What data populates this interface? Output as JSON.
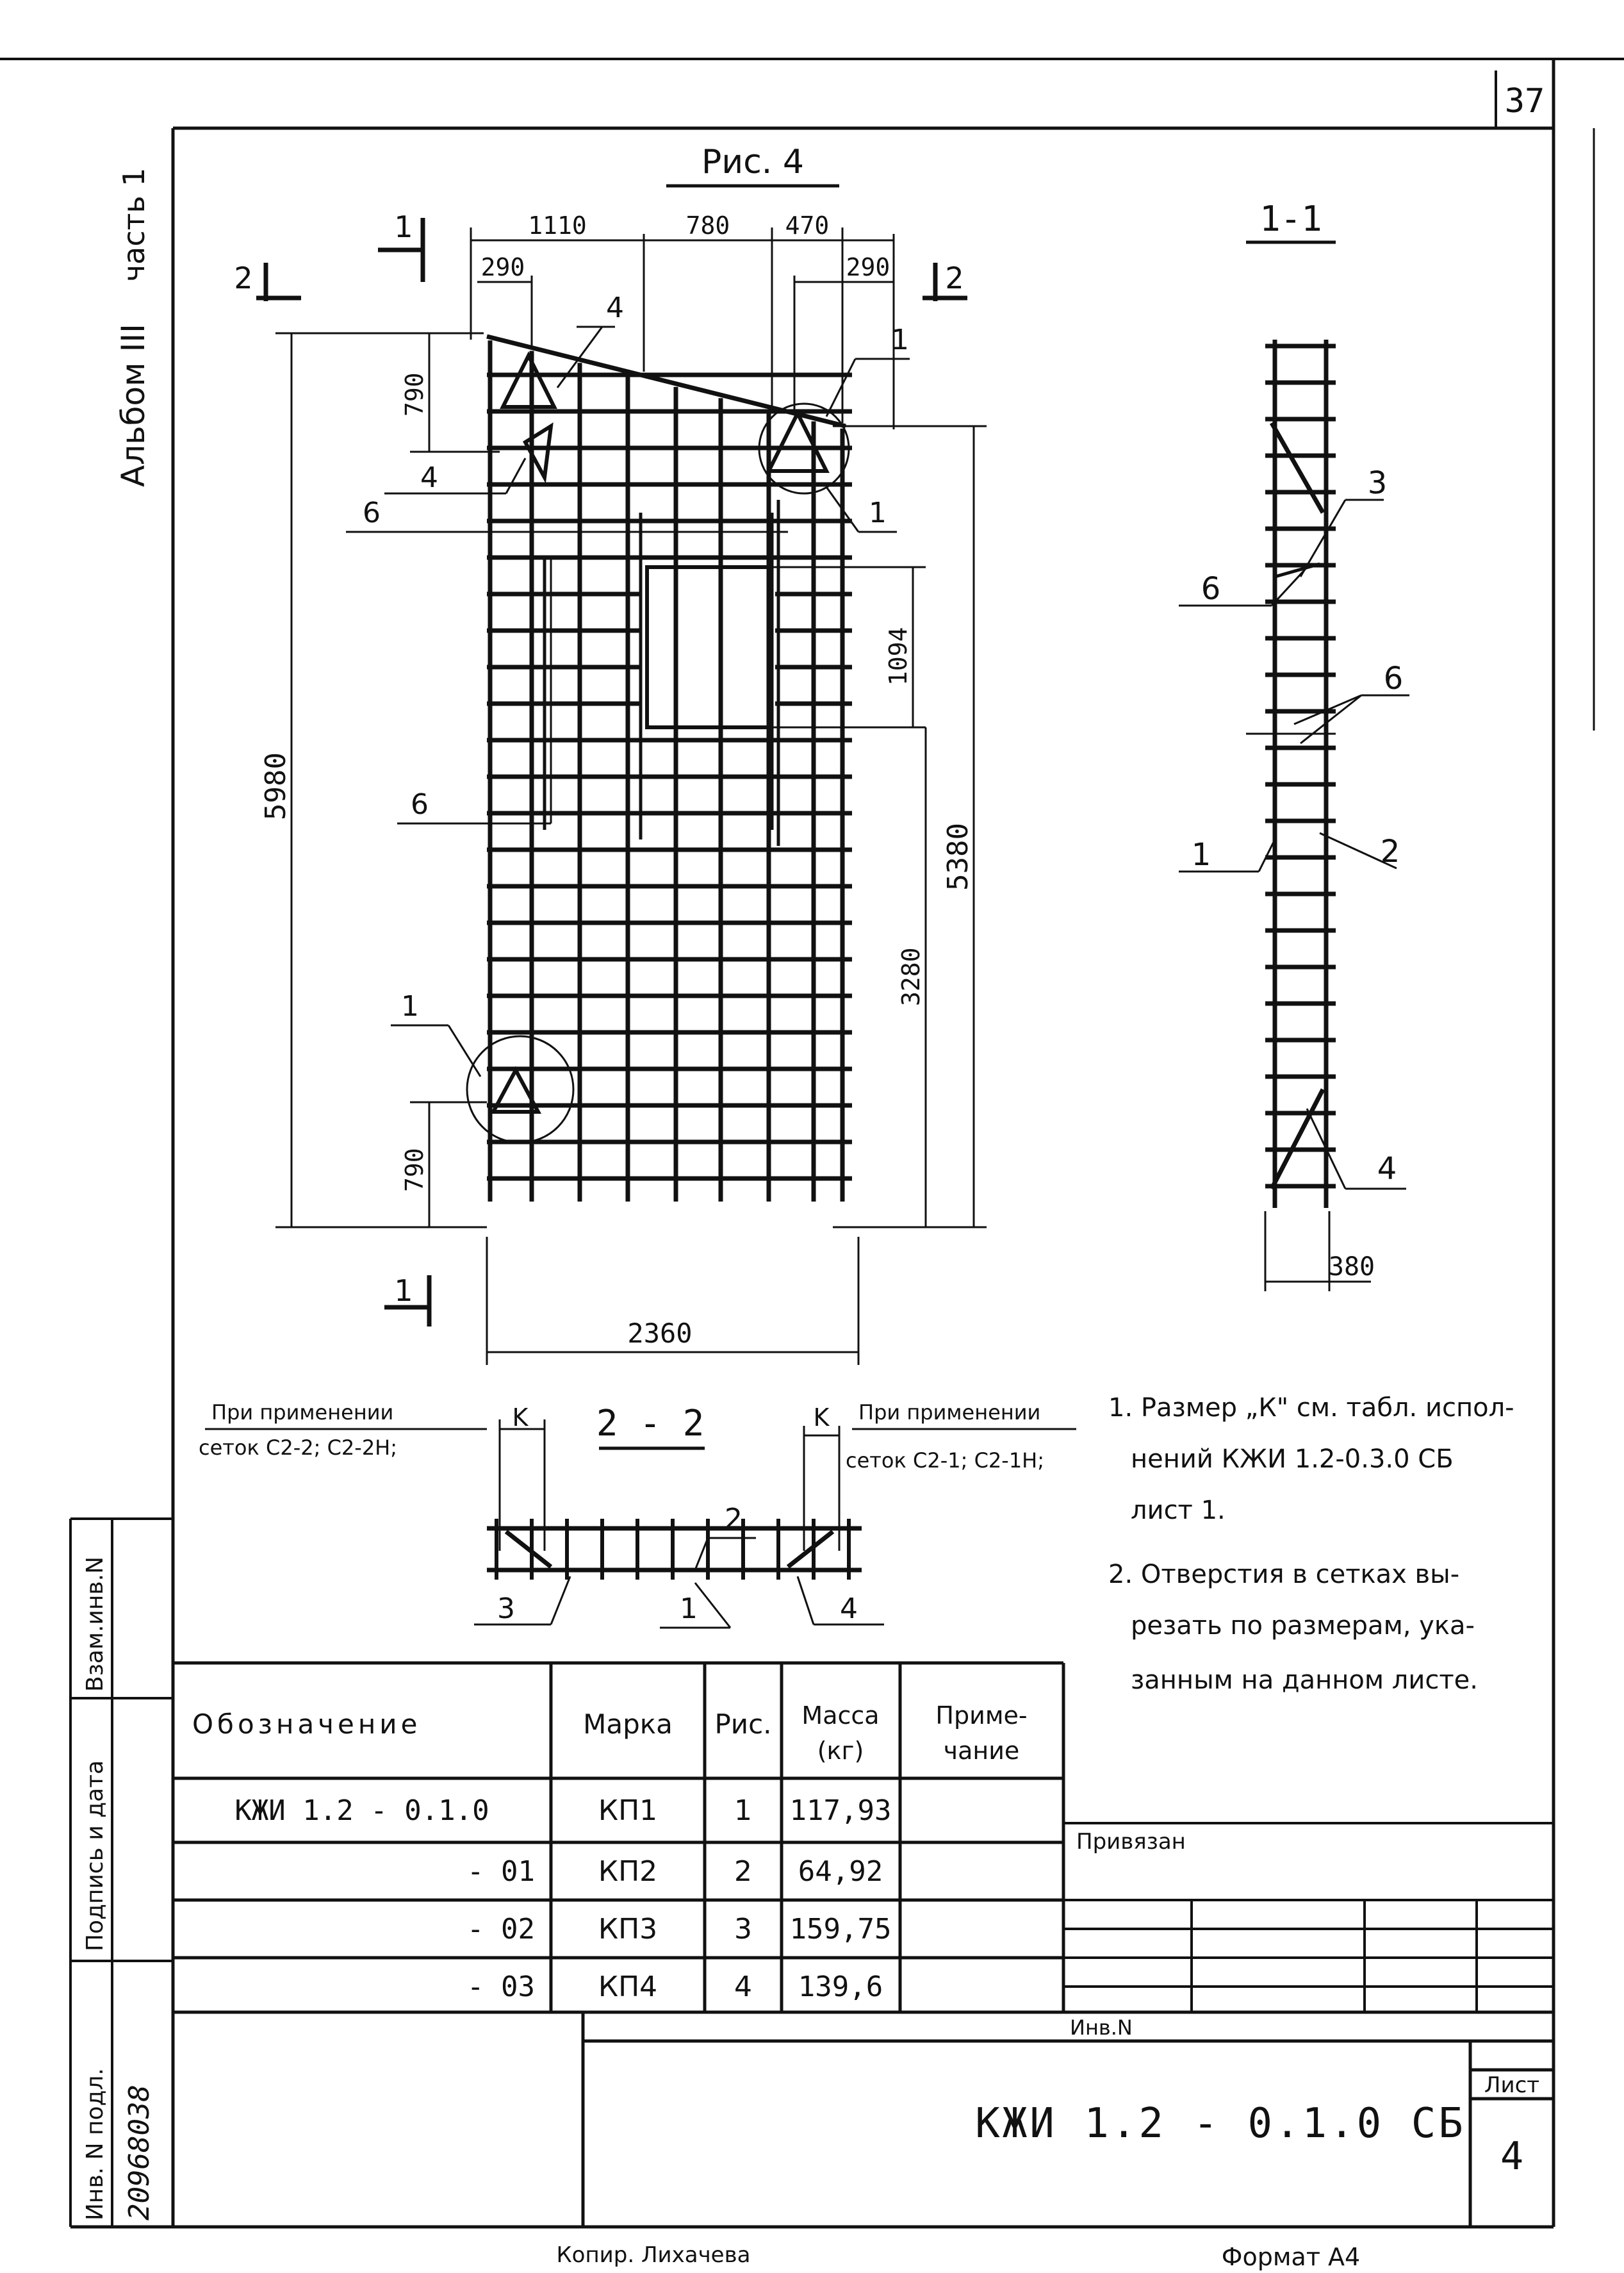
{
  "page_number": "37",
  "side_label": {
    "album": "Альбом III",
    "part": "часть 1"
  },
  "figure": {
    "title": "Рис. 4",
    "section_1_1": "1-1",
    "section_2_2": "2 - 2",
    "cut_mark_1": "1",
    "cut_mark_2": "2",
    "dims": {
      "top_1110": "1110",
      "top_780": "780",
      "top_470": "470",
      "top_290_left": "290",
      "top_290_right": "290",
      "left_790_top": "790",
      "left_5980": "5980",
      "left_790_bottom": "790",
      "right_1094": "1094",
      "right_5380": "5380",
      "right_3280": "3280",
      "bottom_2360": "2360",
      "section_380": "380",
      "k": "K"
    },
    "callouts": {
      "c1_a": "1",
      "c1_b": "1",
      "c1_c": "1",
      "c4_a": "4",
      "c4_b": "4",
      "c6_a": "6",
      "c6_b": "6",
      "s_3": "3",
      "s_6a": "6",
      "s_6b": "6",
      "s_1": "1",
      "s_2": "2",
      "s_4": "4",
      "b_3": "3",
      "b_1": "1",
      "b_2": "2",
      "b_4": "4"
    },
    "note_left": {
      "line1": "При применении",
      "line2": "сеток С2-2; С2-2Н;"
    },
    "note_right": {
      "line1": "При применении",
      "line2": "сеток С2-1; С2-1Н;"
    }
  },
  "notes": [
    "1. Размер „К\" см. табл. испол-",
    "нений КЖИ 1.2-0.3.0 СБ",
    "лист 1.",
    "2. Отверстия в сетках вы-",
    "резать по размерам, ука-",
    "занным на данном листе."
  ],
  "spec_table": {
    "headers": {
      "designation": "Обозначение",
      "mark": "Марка",
      "fig": "Рис.",
      "mass_1": "Масса",
      "mass_2": "(кг)",
      "note_1": "Приме-",
      "note_2": "чание"
    },
    "rows": [
      {
        "designation": "КЖИ 1.2 - 0.1.0",
        "mark": "КП1",
        "fig": "1",
        "mass": "117,93"
      },
      {
        "designation": "- 01",
        "mark": "КП2",
        "fig": "2",
        "mass": "64,92"
      },
      {
        "designation": "- 02",
        "mark": "КП3",
        "fig": "3",
        "mass": "159,75"
      },
      {
        "designation": "- 03",
        "mark": "КП4",
        "fig": "4",
        "mass": "139,6"
      }
    ]
  },
  "left_strip": {
    "vzam": "Взам.инв.N",
    "podpis": "Подпись и дата",
    "inv_podl": "Инв. N подл.",
    "inv_number": "20968038"
  },
  "title_block": {
    "privyazan": "Привязан",
    "inv_n": "Инв.N",
    "code": "КЖИ 1.2 - 0.1.0 СБ",
    "sheet_label": "Лист",
    "sheet_number": "4"
  },
  "footer": {
    "copied": "Копир. Лихачева",
    "format": "Формат А4"
  }
}
